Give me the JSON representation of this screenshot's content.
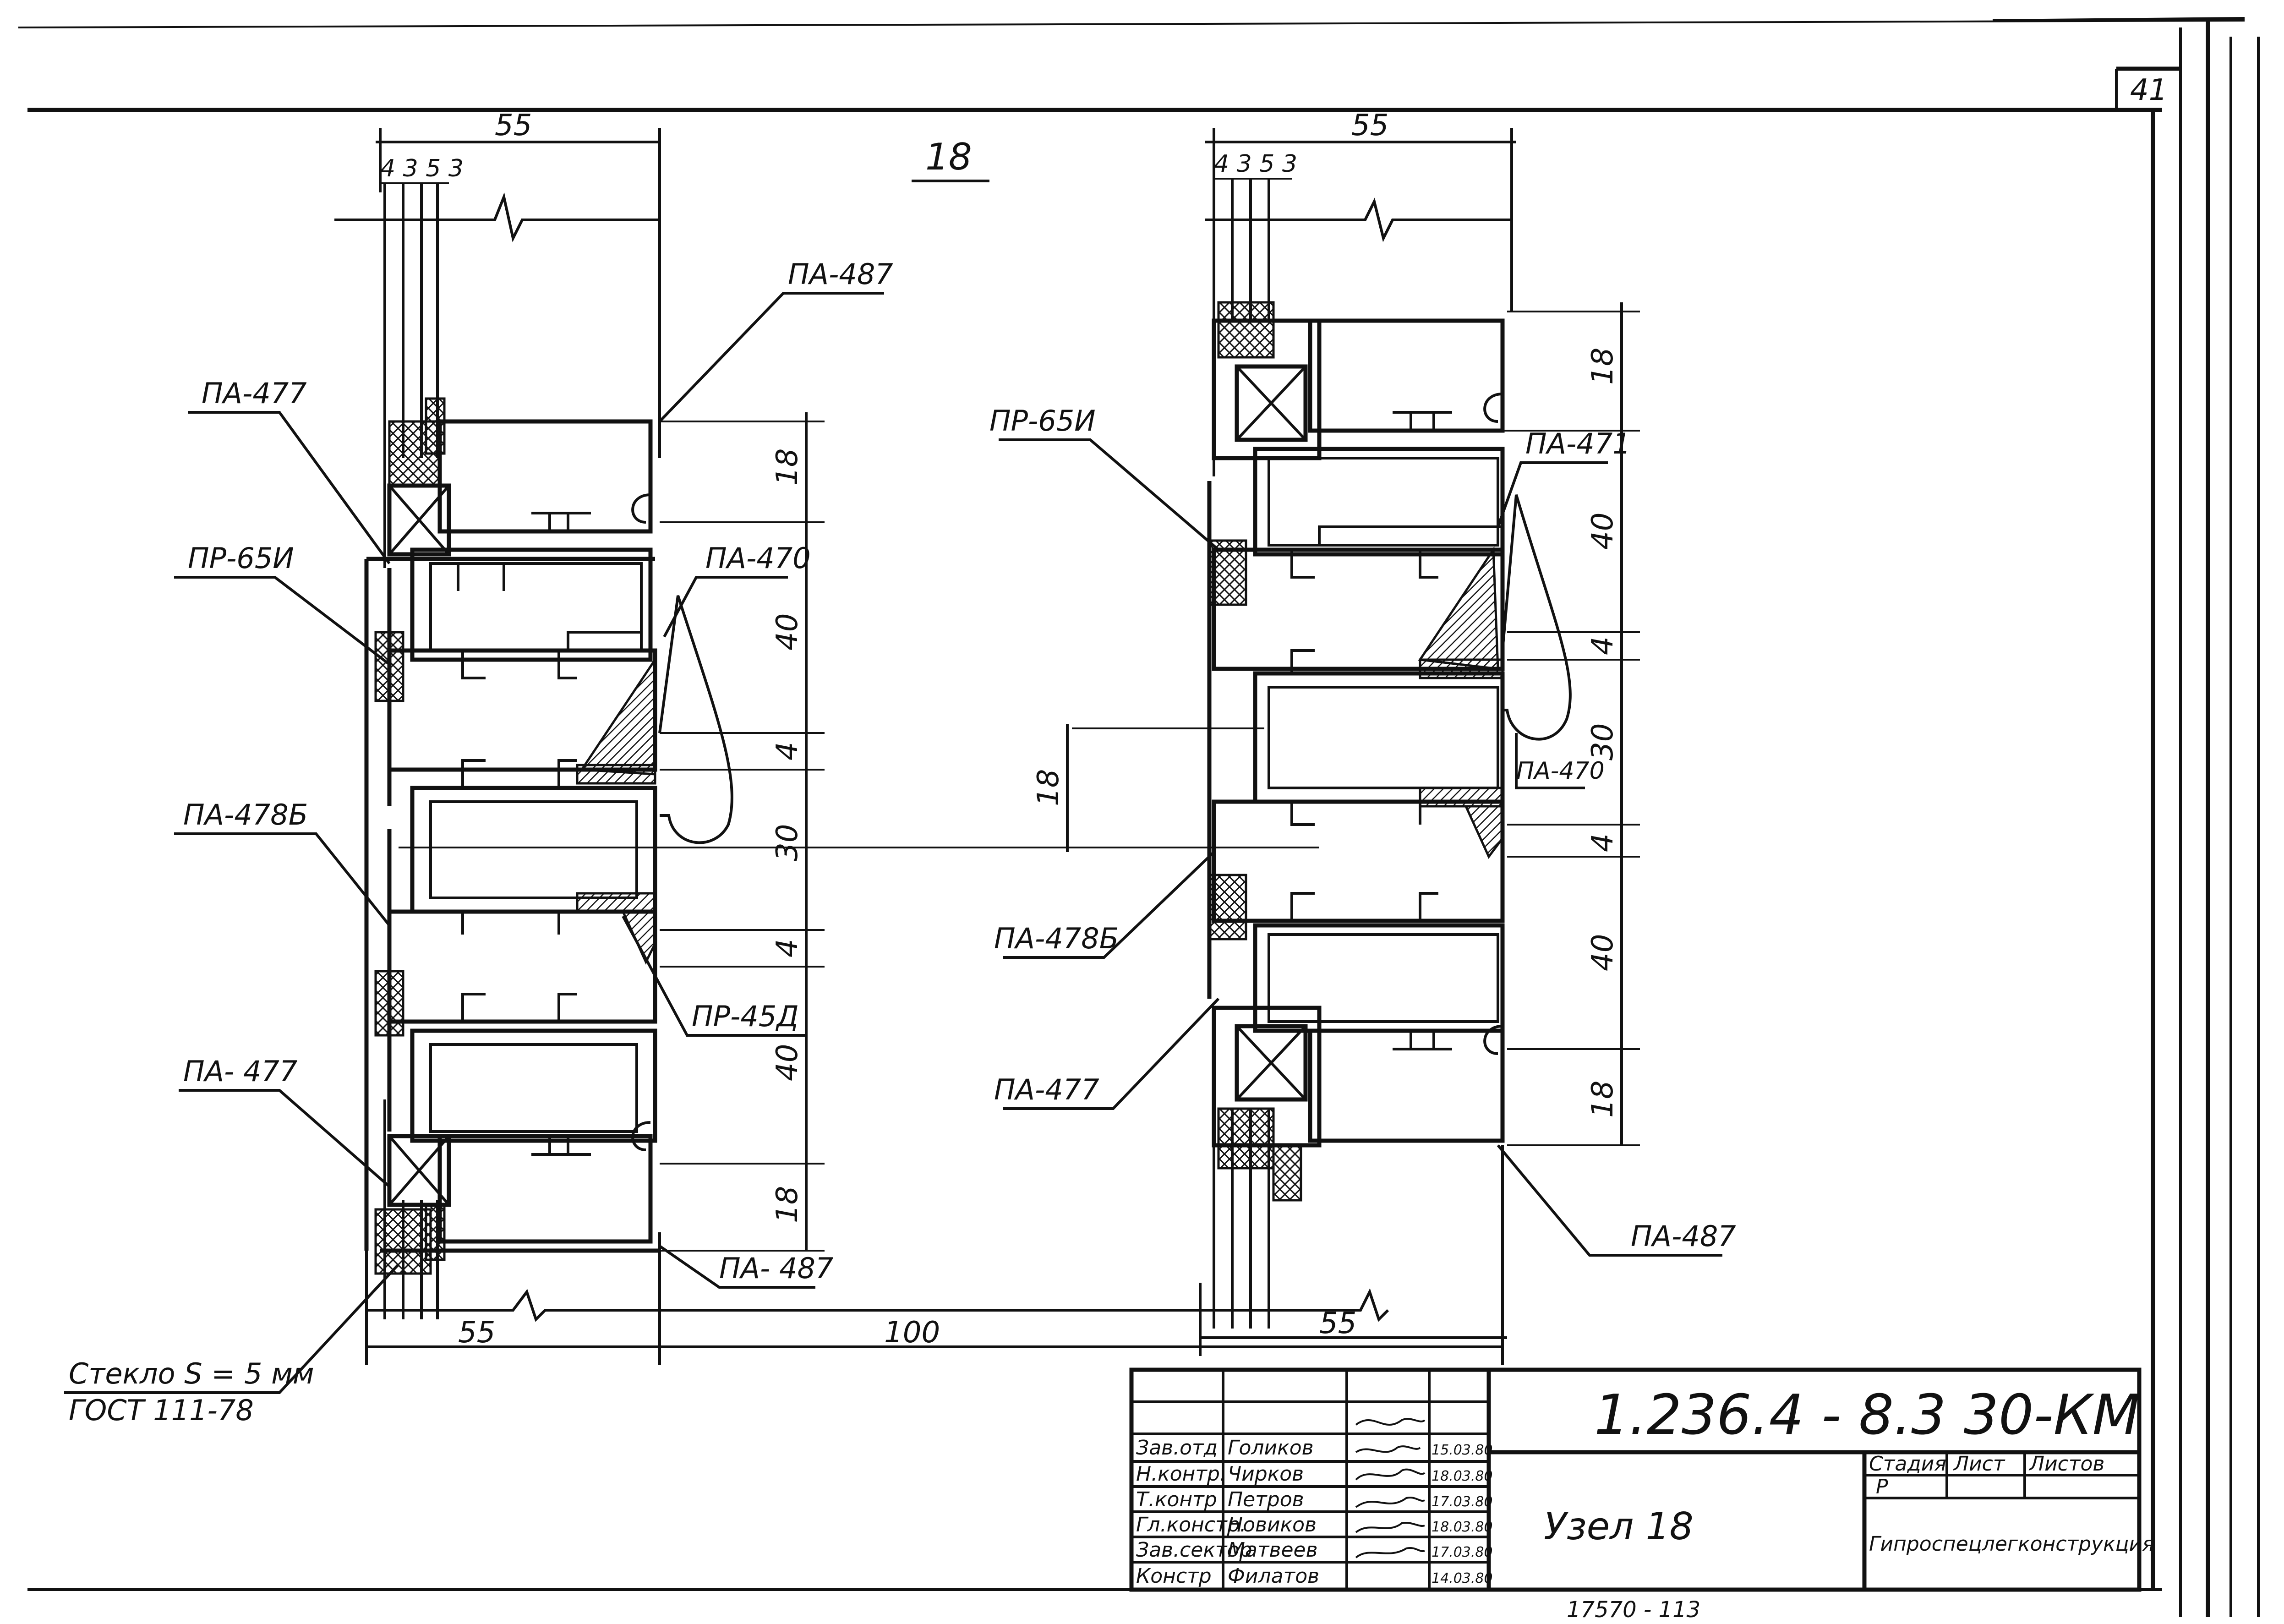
{
  "sheet": {
    "sheet_number": "41",
    "node_mark": "18",
    "bottom_code": "17570 - 113"
  },
  "left_view": {
    "dims_top": {
      "total": "55",
      "layers": "4 3 5 3"
    },
    "dims_right": [
      "18",
      "40",
      "4",
      "30",
      "4",
      "40",
      "18"
    ],
    "dims_bottom": {
      "left": "55",
      "middle": "100"
    },
    "labels": {
      "pa487_top": "ПА-487",
      "pa477_top": "ПА-477",
      "pr65": "ПР-65И",
      "pa470": "ПА-470",
      "pa478": "ПА-478Б",
      "pr45": "ПР-45Д",
      "pa477_bottom": "ПА- 477",
      "pa487_bottom": "ПА- 487",
      "glass": "Стекло S = 5 мм",
      "gost": "ГОСТ 111-78"
    }
  },
  "right_view": {
    "dims_top": {
      "total": "55",
      "layers": "4 3 5 3"
    },
    "dims_right": [
      "18",
      "40",
      "4",
      "30",
      "4",
      "40",
      "18"
    ],
    "dim_left": "18",
    "dim_bottom": "55",
    "labels": {
      "pr65": "ПР-65И",
      "pa471": "ПА-471",
      "pa470": "ПА-470",
      "pa478": "ПА-478Б",
      "pa477": "ПА-477",
      "pa487": "ПА-487"
    }
  },
  "title_block": {
    "document_code": "1.236.4 - 8.3 30-КМ",
    "title": "Узел 18",
    "organization": "Гипроспецлегконструкция",
    "stage_header": {
      "stage": "Стадия",
      "sheet": "Лист",
      "sheets": "Листов"
    },
    "stage_value": "Р",
    "signatures": [
      {
        "role": "Зав.отд",
        "name": "Голиков",
        "date": "15.03.80"
      },
      {
        "role": "Н.контр.",
        "name": "Чирков",
        "date": "18.03.80"
      },
      {
        "role": "Т.контр",
        "name": "Петров",
        "date": "17.03.80"
      },
      {
        "role": "Гл.констр.",
        "name": "Новиков",
        "date": "18.03.80"
      },
      {
        "role": "Зав.сектор",
        "name": "Матвеев",
        "date": "17.03.80"
      },
      {
        "role": "Констр",
        "name": "Филатов",
        "date": "14.03.80"
      }
    ]
  }
}
